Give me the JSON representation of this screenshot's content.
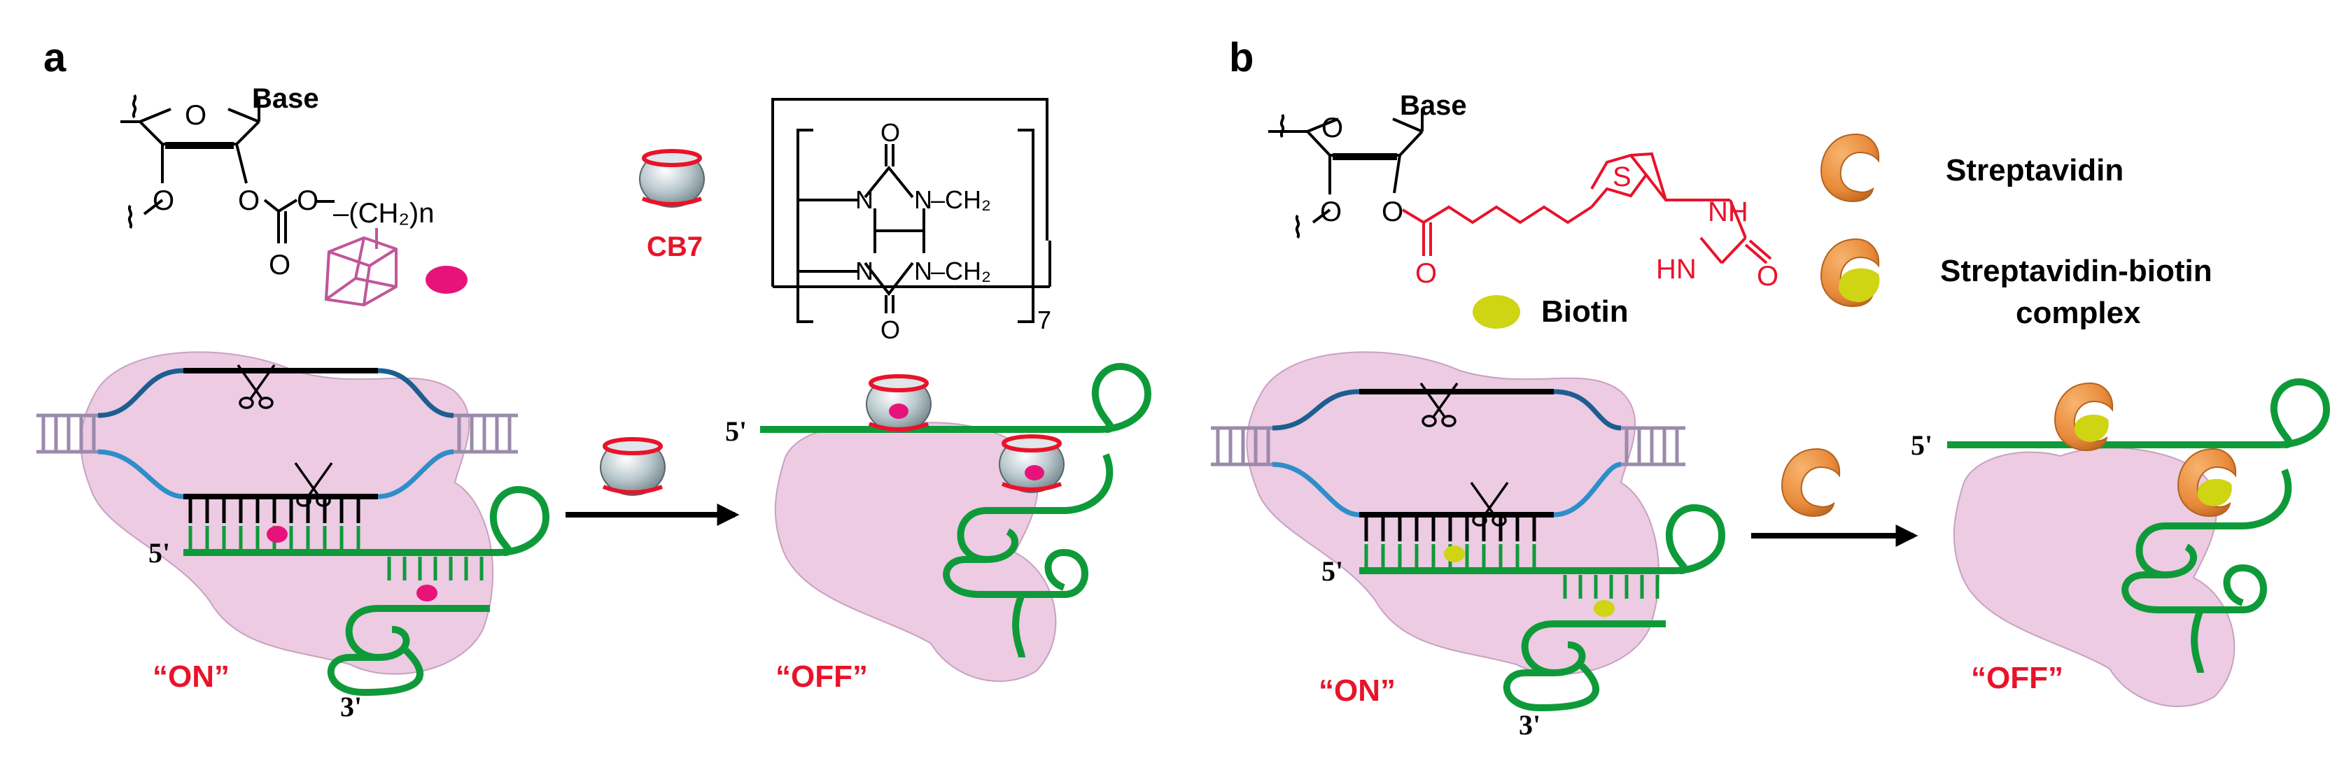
{
  "panel_a": {
    "letter": "a",
    "base": "Base",
    "o_ring": "O",
    "o_3prime": "O",
    "o_carbonate_1": "O",
    "o_carbonate_2": "O",
    "o_carbonyl": "O",
    "linker": "–(CH₂)n",
    "cb7_label": "CB7",
    "cb7_n1": "N",
    "cb7_n2": "N",
    "cb7_n3": "N",
    "cb7_n4": "N",
    "cb7_o_top": "O",
    "cb7_o_bottom": "O",
    "cb7_ch2_top": "–CH₂",
    "cb7_ch2_bottom": "–CH₂",
    "cb7_repeat": "7",
    "five_prime_left": "5'",
    "three_prime": "3'",
    "on_label": "“ON”",
    "five_prime_right": "5'",
    "off_label": "“OFF”"
  },
  "panel_b": {
    "letter": "b",
    "base": "Base",
    "o_ring": "O",
    "o_3prime": "O",
    "o_ester": "O",
    "o_carbonyl": "O",
    "s_atom": "S",
    "nh_top": "NH",
    "hn_bottom": "HN",
    "o_urea": "O",
    "biotin_label": "Biotin",
    "streptavidin_label": "Streptavidin",
    "complex_label_1": "Streptavidin-biotin",
    "complex_label_2": "complex",
    "five_prime_left": "5'",
    "three_prime": "3'",
    "on_label": "“ON”",
    "five_prime_right": "5'",
    "off_label": "“OFF”"
  },
  "colors": {
    "red_label": "#e8132a",
    "green_rna": "#0f9a3a",
    "pink_protein": "#eccbe3",
    "adamantyl": "#c0569a",
    "magenta_dot": "#e8137a",
    "biotin_yellow": "#cfd413",
    "streptavidin_orange": "#e88a3a",
    "dark_blue": "#1d5e8f",
    "light_blue": "#2f8ec8",
    "helix_grey": "#9a8aab"
  }
}
